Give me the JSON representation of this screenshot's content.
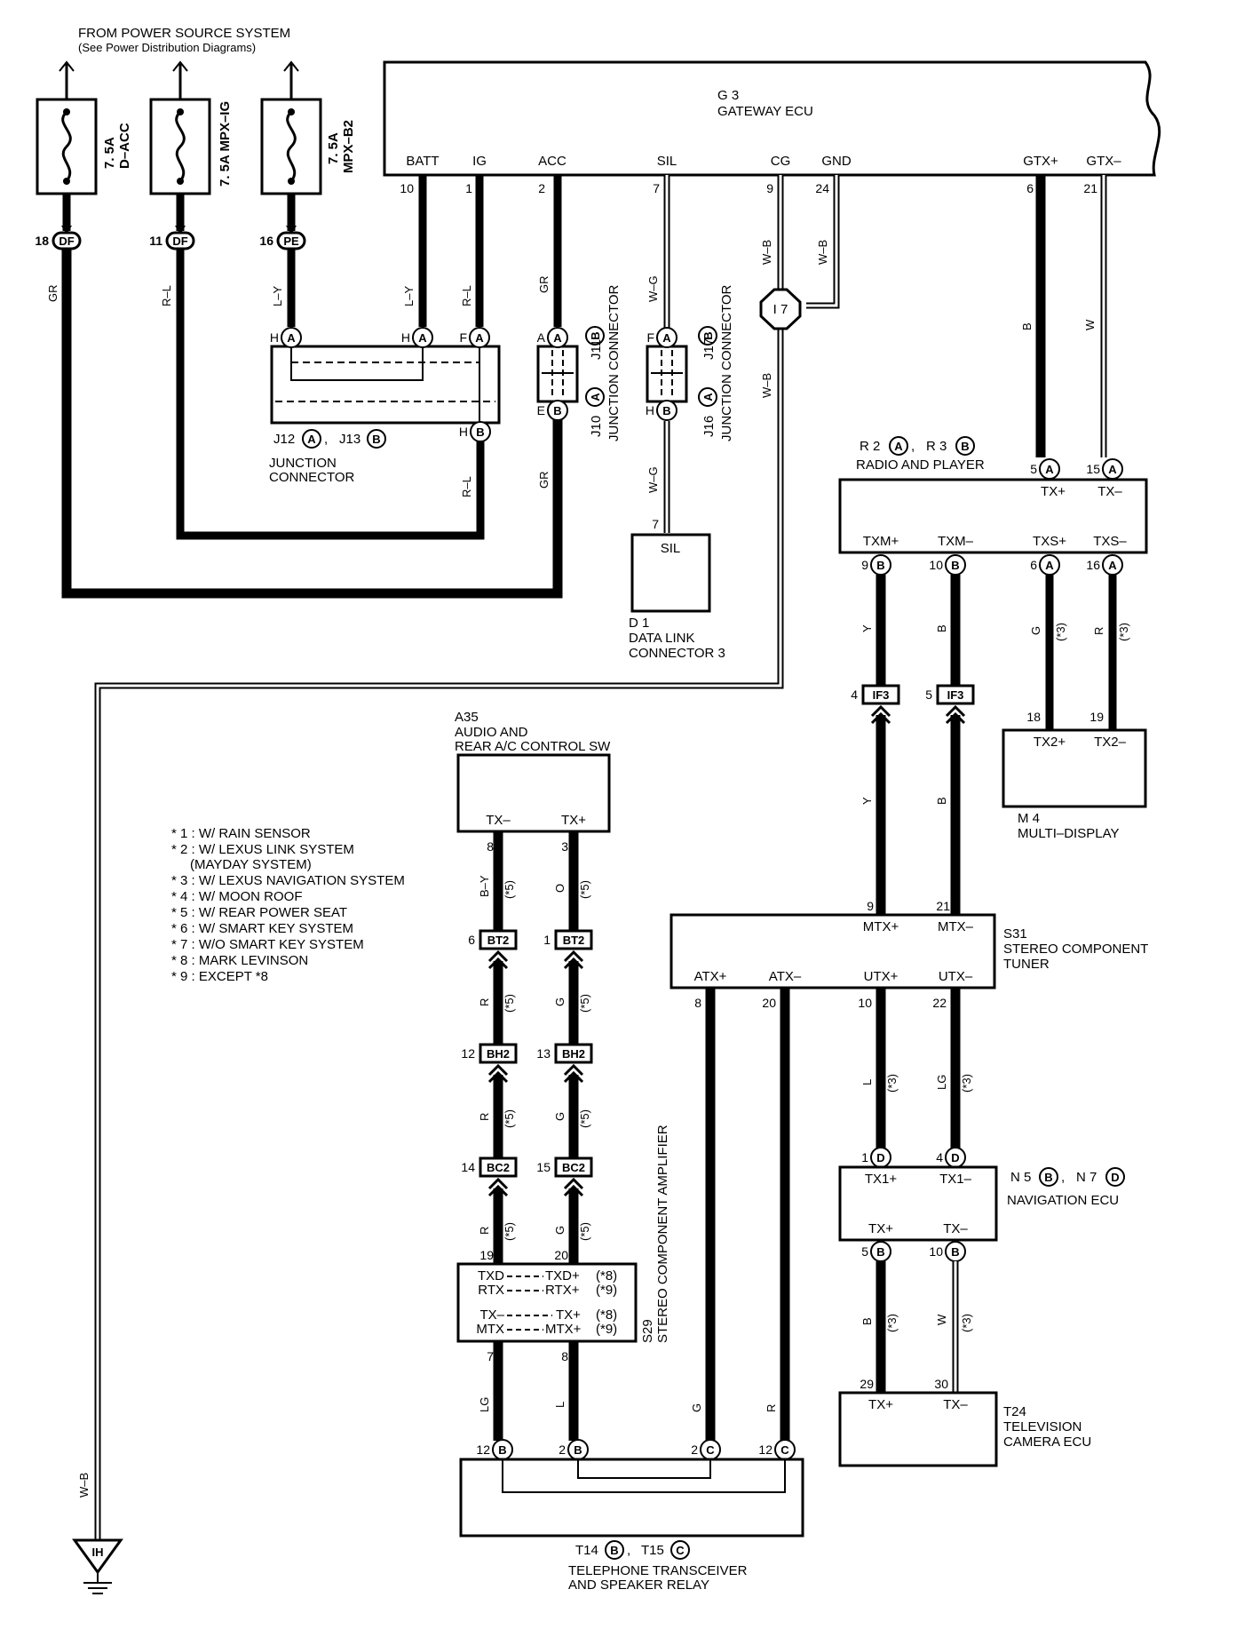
{
  "source": {
    "line1": "FROM POWER SOURCE SYSTEM",
    "line2": "(See Power Distribution Diagrams)"
  },
  "fuses": [
    {
      "amp": "7. 5A",
      "name": "D–ACC",
      "conn_pin": "18",
      "conn": "DF"
    },
    {
      "amp": "7. 5A MPX–IG",
      "name": "",
      "conn_pin": "11",
      "conn": "DF"
    },
    {
      "amp": "7. 5A",
      "name": "MPX–B2",
      "conn_pin": "16",
      "conn": "PE"
    }
  ],
  "gateway": {
    "id": "G 3",
    "name": "GATEWAY ECU",
    "terminals": [
      {
        "name": "BATT",
        "pin": "10"
      },
      {
        "name": "IG",
        "pin": "1"
      },
      {
        "name": "ACC",
        "pin": "2"
      },
      {
        "name": "SIL",
        "pin": "7"
      },
      {
        "name": "CG",
        "pin": "9"
      },
      {
        "name": "GND",
        "pin": "24"
      },
      {
        "name": "GTX+",
        "pin": "6"
      },
      {
        "name": "GTX–",
        "pin": "21"
      }
    ]
  },
  "jc_main": {
    "label_a": "J12",
    "conn_a": "A",
    "label_b": "J13",
    "conn_b": "B",
    "name1": "JUNCTION",
    "name2": "CONNECTOR",
    "top_pins": [
      "H",
      "H",
      "F"
    ],
    "bottom_pin": "H"
  },
  "jc_j10": {
    "top_pin": "A",
    "bottom_pin": "E",
    "c1": "J10",
    "c2": "J11",
    "name": "JUNCTION CONNECTOR"
  },
  "jc_j16": {
    "top_pin": "F",
    "bottom_pin": "H",
    "c1": "J16",
    "c2": "J17",
    "name": "JUNCTION CONNECTOR"
  },
  "junction_i7": "I 7",
  "dlc": {
    "id": "D 1",
    "line1": "DATA LINK",
    "line2": "CONNECTOR 3",
    "terminal": "SIL",
    "pin": "7"
  },
  "ground": "IH",
  "radio": {
    "id1": "R 2",
    "c1": "A",
    "id2": "R 3",
    "c2": "B",
    "name": "RADIO AND PLAYER",
    "top": [
      {
        "name": "TX+",
        "pin": "5",
        "conn": "A"
      },
      {
        "name": "TX–",
        "pin": "15",
        "conn": "A"
      }
    ],
    "bottom": [
      {
        "name": "TXM+",
        "pin": "9",
        "conn": "B"
      },
      {
        "name": "TXM–",
        "pin": "10",
        "conn": "B"
      },
      {
        "name": "TXS+",
        "pin": "6",
        "conn": "A"
      },
      {
        "name": "TXS–",
        "pin": "16",
        "conn": "A"
      }
    ]
  },
  "multi_display": {
    "id": "M 4",
    "name": "MULTI–DISPLAY",
    "terms": [
      {
        "name": "TX2+",
        "pin": "18"
      },
      {
        "name": "TX2–",
        "pin": "19"
      }
    ]
  },
  "if3": [
    {
      "pin": "4",
      "name": "IF3"
    },
    {
      "pin": "5",
      "name": "IF3"
    }
  ],
  "tuner": {
    "id": "S31",
    "name1": "STEREO COMPONENT",
    "name2": "TUNER",
    "top": [
      {
        "name": "MTX+",
        "pin": "9"
      },
      {
        "name": "MTX–",
        "pin": "21"
      }
    ],
    "bottom": [
      {
        "name": "ATX+",
        "pin": "8"
      },
      {
        "name": "ATX–",
        "pin": "20"
      },
      {
        "name": "UTX+",
        "pin": "10"
      },
      {
        "name": "UTX–",
        "pin": "22"
      }
    ]
  },
  "audio_sw": {
    "id": "A35",
    "name1": "AUDIO AND",
    "name2": "REAR A/C CONTROL SW",
    "terms": [
      {
        "name": "TX–",
        "pin": "8"
      },
      {
        "name": "TX+",
        "pin": "3"
      }
    ]
  },
  "notes": [
    "* 1 : W/ RAIN SENSOR",
    "* 2 : W/ LEXUS LINK SYSTEM",
    "(MAYDAY SYSTEM)",
    "* 3 : W/ LEXUS NAVIGATION SYSTEM",
    "* 4 : W/ MOON ROOF",
    "* 5 : W/ REAR POWER SEAT",
    "* 6 : W/ SMART KEY SYSTEM",
    "* 7 : W/O SMART KEY SYSTEM",
    "* 8 : MARK LEVINSON",
    "* 9 : EXCEPT *8"
  ],
  "connectors_mid": [
    {
      "left_pin": "6",
      "name": "BT2",
      "right_pin": "1"
    },
    {
      "left_pin": "12",
      "name": "BH2",
      "right_pin": "13"
    },
    {
      "left_pin": "14",
      "name": "BC2",
      "right_pin": "15"
    }
  ],
  "amplifier": {
    "id": "S29",
    "name": "STEREO COMPONENT AMPLIFIER",
    "pins": [
      "19",
      "20",
      "7",
      "8"
    ],
    "rows": [
      {
        "l": "TXD",
        "r": "TXD+",
        "n": "(*8)"
      },
      {
        "l": "RTX",
        "r": "RTX+",
        "n": "(*9)"
      },
      {
        "l": "TX–",
        "r": "TX+",
        "n": "(*8)"
      },
      {
        "l": "MTX",
        "r": "MTX+",
        "n": "(*9)"
      }
    ]
  },
  "nav_ecu": {
    "id1": "N 5",
    "c1": "B",
    "id2": "N 7",
    "c2": "D",
    "name": "NAVIGATION ECU",
    "top": [
      {
        "name": "TX1+",
        "pin": "1",
        "conn": "D"
      },
      {
        "name": "TX1–",
        "pin": "4",
        "conn": "D"
      }
    ],
    "bottom": [
      {
        "name": "TX+",
        "pin": "5",
        "conn": "B"
      },
      {
        "name": "TX–",
        "pin": "10",
        "conn": "B"
      }
    ]
  },
  "tv_ecu": {
    "id": "T24",
    "name1": "TELEVISION",
    "name2": "CAMERA ECU",
    "terms": [
      {
        "name": "TX+",
        "pin": "29"
      },
      {
        "name": "TX–",
        "pin": "30"
      }
    ]
  },
  "telephone": {
    "id1": "T14",
    "c1": "B",
    "id2": "T15",
    "c2": "C",
    "name1": "TELEPHONE TRANSCEIVER",
    "name2": "AND SPEAKER RELAY",
    "pins": [
      {
        "pin": "12",
        "conn": "B"
      },
      {
        "pin": "2",
        "conn": "B"
      },
      {
        "pin": "2",
        "conn": "C"
      },
      {
        "pin": "12",
        "conn": "C"
      }
    ]
  },
  "wire_colors": {
    "gr": "GR",
    "rl": "R–L",
    "ly": "L–Y",
    "wg": "W–G",
    "wb": "W–B",
    "b": "B",
    "w": "W",
    "y": "Y",
    "g": "G",
    "r": "R",
    "by": "B–Y",
    "o": "O",
    "lg": "LG",
    "l": "L"
  },
  "star3": "(*3)",
  "star5": "(*5)"
}
